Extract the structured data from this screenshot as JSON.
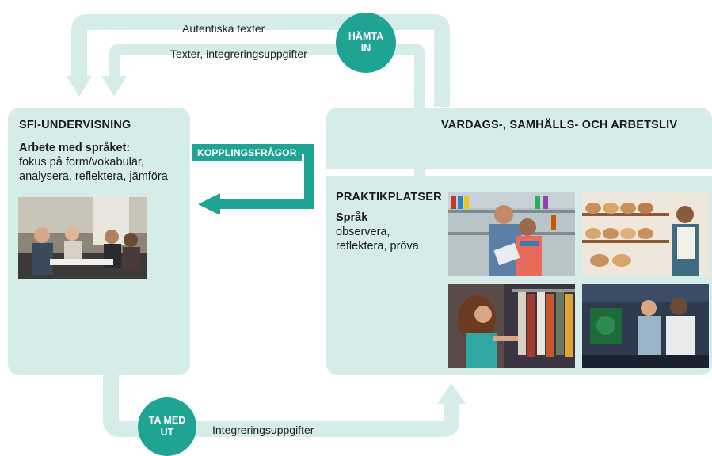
{
  "top_loop": {
    "outer_label": "Autentiska texter",
    "inner_label": "Texter, integreringsuppgifter",
    "badge_line1": "HÄMTA",
    "badge_line2": "IN"
  },
  "bottom_loop": {
    "label": "Integreringsuppgifter",
    "badge_line1": "TA MED",
    "badge_line2": "UT"
  },
  "sfi": {
    "title": "SFI-UNDERVISNING",
    "subtitle": "Arbete med språket:",
    "line1": "fokus på form/vokabulär,",
    "line2": "analysera, reflektera, jämföra"
  },
  "connector": {
    "label": "KOPPLINGSFRÅGOR"
  },
  "life": {
    "title": "VARDAGS-, SAMHÄLLS- OCH ARBETSLIV"
  },
  "praktik": {
    "title": "PRAKTIKPLATSER",
    "subtitle": "Språk",
    "line1": "observera,",
    "line2": "reflektera, pröva"
  },
  "colors": {
    "arrow_light": "#d5ece8",
    "accent": "#1fa393",
    "box": "#d5ece8"
  }
}
